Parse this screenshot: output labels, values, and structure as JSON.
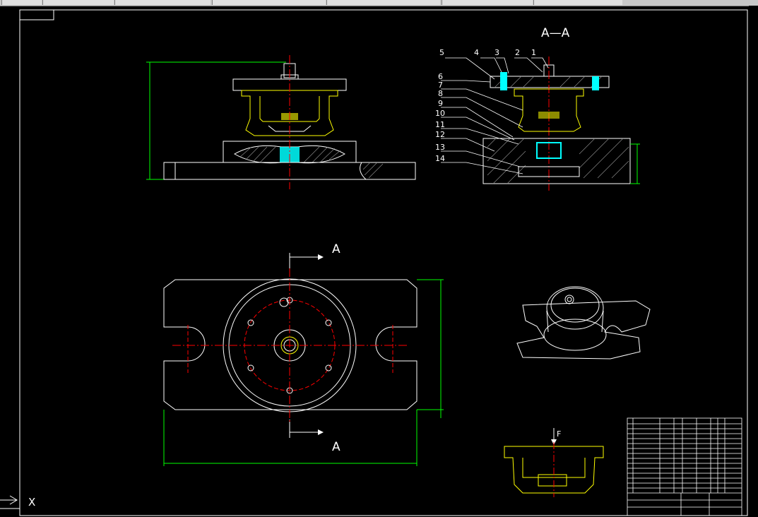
{
  "section": {
    "title": "A—A",
    "cut_label_top": "A",
    "cut_label_bottom": "A"
  },
  "balloons": [
    "1",
    "2",
    "3",
    "4",
    "5",
    "6",
    "7",
    "8",
    "9",
    "10",
    "11",
    "12",
    "13",
    "14"
  ],
  "view_label": "F",
  "ucs": {
    "x_label": "X"
  },
  "colors": {
    "background": "#000000",
    "outline": "#ffffff",
    "hidden": "#ffff00",
    "center": "#ff0000",
    "dimension": "#00ff00",
    "hatch": "#00ffff",
    "toolbar": "#c8c8c8"
  }
}
